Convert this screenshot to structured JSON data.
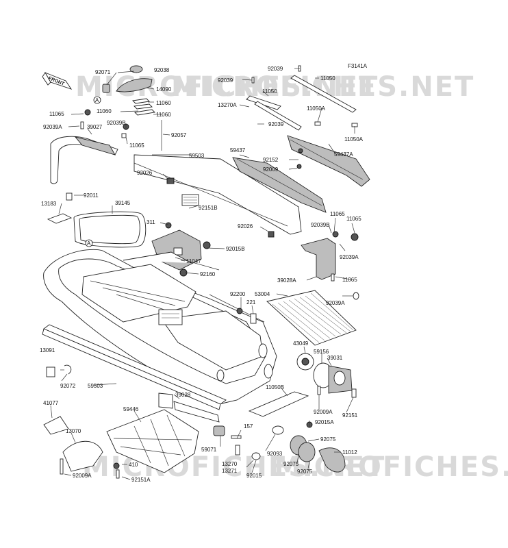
{
  "figure_code": "F3141A",
  "front_label": "FRONT",
  "ref_marker": "A",
  "watermark": "MICROFICHES.NET",
  "parts": {
    "p92071": "92071",
    "p92038": "92038",
    "p14090": "14090",
    "p11060a": "11060",
    "p11060b": "11060",
    "p11060c": "11060",
    "p11065a": "11065",
    "p92039Ba": "92039B",
    "p92039A_a": "92039A",
    "p39027": "39027",
    "p11065b": "11065",
    "p92057": "92057",
    "p59503a": "59503",
    "p92026a": "92026",
    "p92151B": "92151B",
    "p92011": "92011",
    "p13183": "13183",
    "p39145": "39145",
    "p311": "311",
    "p92015B": "92015B",
    "p11047": "11047",
    "p92160": "92160",
    "p92039top": "92039",
    "p92039b": "92039",
    "p13270A": "13270A",
    "p11050a": "11050",
    "p11050b": "11050",
    "p11050Aa": "11050A",
    "p92039c": "92039",
    "p11050Ab": "11050A",
    "p59437": "59437",
    "p59437A": "59437A",
    "p92152": "92152",
    "p92009": "92009",
    "p92026b": "92026",
    "p11065c": "11065",
    "p92039Bb": "92039B",
    "p11065d": "11065",
    "p92039A_b": "92039A",
    "p39028A": "39028A",
    "p11065e": "11065",
    "p53004": "53004",
    "p92039A_c": "92039A",
    "p92200": "92200",
    "p221": "221",
    "p43049": "43049",
    "p59156": "59156",
    "p39031": "39031",
    "p13091": "13091",
    "p92072": "92072",
    "p59503b": "59503",
    "p11050B": "11050B",
    "p92009A_a": "92009A",
    "p92151": "92151",
    "p92015A": "92015A",
    "p41077": "41077",
    "p59446": "59446",
    "p39028": "39028",
    "p13070": "13070",
    "p410": "410",
    "p92009A_b": "92009A",
    "p92151A": "92151A",
    "p59071": "59071",
    "p157": "157",
    "p13270": "13270",
    "p13271": "13271",
    "p92015": "92015",
    "p92093": "92093",
    "p92075a": "92075",
    "p92075b": "92075",
    "p92075c": "92075",
    "p11012": "11012"
  }
}
